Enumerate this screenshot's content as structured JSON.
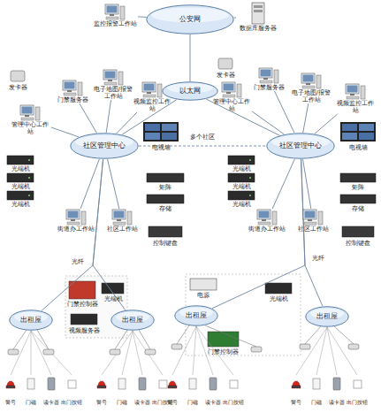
{
  "diagram": {
    "nodes": [
      {
        "text": [
          "公安网"
        ]
      },
      {
        "text": [
          "监控报警工作站"
        ]
      },
      {
        "text": [
          "数据库服务器"
        ]
      },
      {
        "text": [
          "以太网"
        ]
      },
      {
        "text": [
          "管理中心工作站"
        ]
      },
      {
        "text": [
          "门禁服务器"
        ]
      },
      {
        "text": [
          "电子地图/报警工作站"
        ]
      },
      {
        "text": [
          "视频监控工作站"
        ]
      },
      {
        "text": [
          "管理中心工作站"
        ]
      },
      {
        "text": [
          "门禁服务器"
        ]
      },
      {
        "text": [
          "电子地图/报警工作站"
        ]
      },
      {
        "text": [
          "视频监控工作站"
        ]
      },
      {
        "text": [
          "社区管理中心"
        ]
      },
      {
        "text": [
          "社区管理中心"
        ]
      },
      {
        "text": [
          "街道办工作站"
        ]
      },
      {
        "text": [
          "社区工作站"
        ]
      },
      {
        "text": [
          "街道办工作站"
        ]
      },
      {
        "text": [
          "社区工作站"
        ]
      },
      {
        "text": [
          "出租屋"
        ]
      },
      {
        "text": [
          "出租屋"
        ]
      },
      {
        "text": [
          "出租屋"
        ]
      },
      {
        "text": [
          "出租屋"
        ]
      }
    ],
    "edges": [
      {
        "from": 0,
        "to": 1,
        "arrow": "none"
      },
      {
        "from": 0,
        "to": 2,
        "arrow": "none"
      },
      {
        "from": 0,
        "to": 3,
        "arrow": "none"
      },
      {
        "from": 3,
        "to": 12,
        "arrow": "none"
      },
      {
        "from": 3,
        "to": 13,
        "arrow": "none"
      },
      {
        "from": 12,
        "to": 13,
        "label": "多个社区",
        "arrow": "none"
      },
      {
        "from": 4,
        "to": 12,
        "arrow": "none"
      },
      {
        "from": 5,
        "to": 12,
        "arrow": "none"
      },
      {
        "from": 6,
        "to": 12,
        "arrow": "none"
      },
      {
        "from": 7,
        "to": 12,
        "arrow": "none"
      },
      {
        "from": 8,
        "to": 13,
        "arrow": "none"
      },
      {
        "from": 9,
        "to": 13,
        "arrow": "none"
      },
      {
        "from": 10,
        "to": 13,
        "arrow": "none"
      },
      {
        "from": 11,
        "to": 13,
        "arrow": "none"
      },
      {
        "from": 12,
        "to": 14,
        "arrow": "none"
      },
      {
        "from": 12,
        "to": 15,
        "arrow": "none"
      },
      {
        "from": 13,
        "to": 16,
        "arrow": "none"
      },
      {
        "from": 13,
        "to": 17,
        "arrow": "none"
      },
      {
        "from": 12,
        "to": 18,
        "label": "光纤",
        "arrow": "none"
      },
      {
        "from": 12,
        "to": 19,
        "arrow": "none"
      },
      {
        "from": 13,
        "to": 20,
        "arrow": "none"
      },
      {
        "from": 13,
        "to": 21,
        "label": "光纤",
        "arrow": "none"
      }
    ],
    "labels": [
      "光端机",
      "光端机",
      "光端机",
      "电视墙",
      "矩阵",
      "存储",
      "控制键盘",
      "光端机",
      "光端机",
      "光端机",
      "电视墙",
      "矩阵",
      "存储",
      "控制键盘",
      "门禁控制器",
      "光端机",
      "视频服务器",
      "电源",
      "门禁控制器",
      "光端机",
      "发卡器",
      "发卡器",
      "警号",
      "门磁",
      "读卡器",
      "出门按钮",
      "警号",
      "门磁",
      "读卡器",
      "出门按钮",
      "警号",
      "门磁",
      "读卡器",
      "出门按钮",
      "警号",
      "门磁",
      "读卡器",
      "出门按钮"
    ]
  }
}
